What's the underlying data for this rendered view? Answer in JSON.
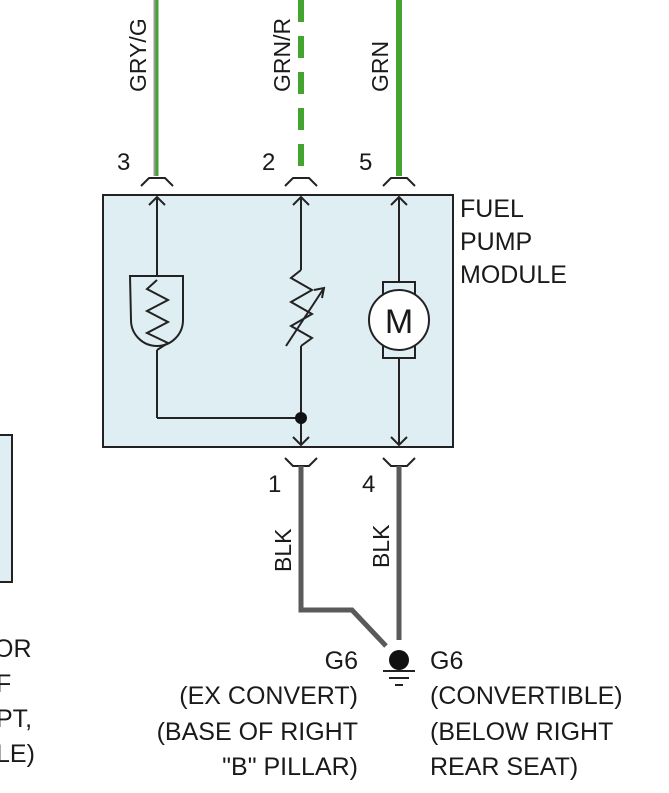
{
  "wires": {
    "grey_green": "GRY/G",
    "green_red": "GRN/R",
    "green": "GRN",
    "black_1": "BLK",
    "black_4": "BLK"
  },
  "pins": {
    "p3": "3",
    "p2": "2",
    "p5": "5",
    "p1": "1",
    "p4": "4"
  },
  "module": {
    "line1": "FUEL",
    "line2": "PUMP",
    "line3": "MODULE"
  },
  "motor_symbol": "M",
  "ground_left": {
    "id": "G6",
    "line1": "(EX CONVERT)",
    "line2": "(BASE OF RIGHT",
    "line3": "\"B\" PILLAR)"
  },
  "ground_right": {
    "id": "G6",
    "line1": "(CONVERTIBLE)",
    "line2": "(BELOW RIGHT",
    "line3": "REAR SEAT)"
  },
  "left_cutoff_text": [
    "OR",
    "F",
    "PT,",
    "LE)"
  ],
  "colors": {
    "module_fill": "#dfeef2",
    "green_wire": "#43a52f",
    "gray_wire": "#9a9a9a",
    "black_wire": "#5a5a5a"
  }
}
